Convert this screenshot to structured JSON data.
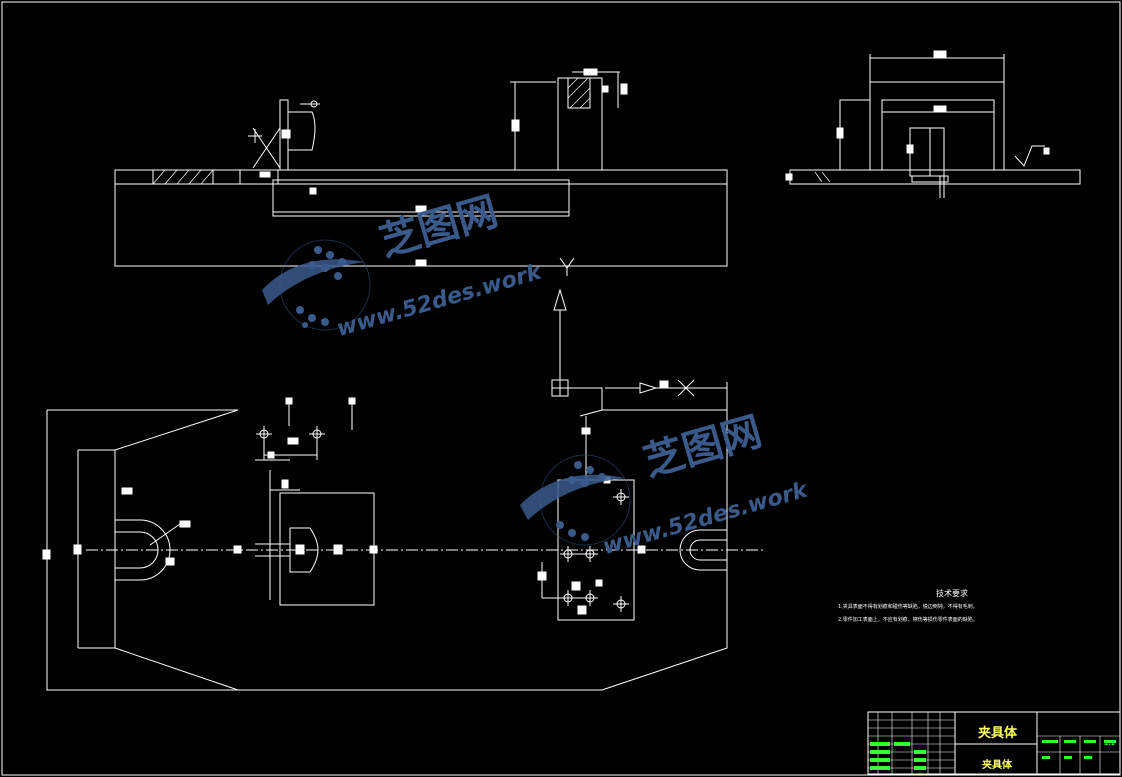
{
  "watermark": {
    "brand": "芝图网",
    "url": "www.52des.work",
    "color": "#3a5a8c"
  },
  "notes": {
    "title": "技术要求",
    "lines": [
      "1.夹具表面不得有划痕和碰伤等缺陷，锐边倒钝，不得有毛刺。",
      "2.零件加工表面上，不应有划痕、擦伤等损伤零件表面的缺陷。"
    ]
  },
  "title_block": {
    "part_name": "夹具体",
    "drawing_name": "夹具体",
    "scale": "1:1"
  },
  "colors": {
    "line": "#ffffff",
    "title_text": "#ffff66",
    "table_text": "#33ff33"
  }
}
